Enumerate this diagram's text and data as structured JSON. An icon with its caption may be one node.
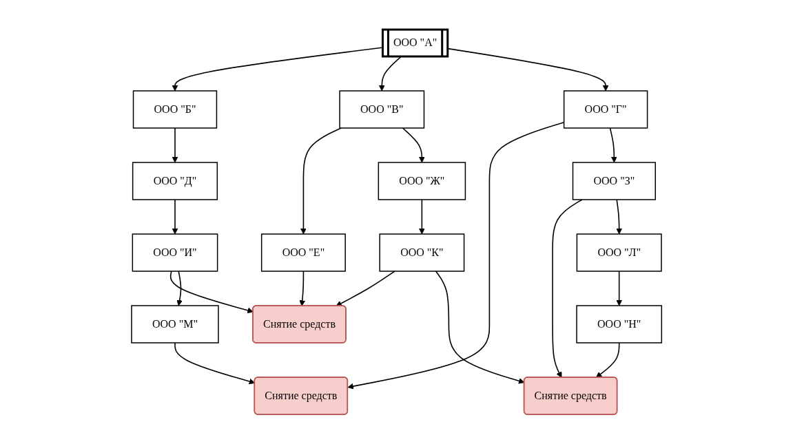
{
  "diagram": {
    "nodes": [
      {
        "text": [
          "ООО \"А\""
        ]
      },
      {
        "text": [
          "ООО \"Б\""
        ]
      },
      {
        "text": [
          "ООО \"В\""
        ]
      },
      {
        "text": [
          "ООО \"Е\""
        ]
      },
      {
        "text": [
          "ООО \"Д\""
        ]
      },
      {
        "text": [
          "Снятие средств"
        ]
      },
      {
        "text": [
          "ООО \"Г\""
        ]
      },
      {
        "text": [
          "Снятие средств"
        ]
      },
      {
        "text": [
          "ООО \"И\""
        ]
      },
      {
        "text": [
          "ООО \"М\""
        ]
      },
      {
        "text": [
          "ООО \"З\""
        ]
      },
      {
        "text": [
          "ООО \"Ж\""
        ]
      },
      {
        "text": [
          "ООО \"К\""
        ]
      },
      {
        "text": [
          "Снятие средств"
        ]
      },
      {
        "text": [
          "ООО \"Н\""
        ]
      },
      {
        "text": [
          "ООО \"Л\""
        ]
      }
    ],
    "edges": [
      {
        "from": 0,
        "to": 1,
        "arrow": "to"
      },
      {
        "from": 0,
        "to": 2,
        "arrow": "to"
      },
      {
        "from": 0,
        "to": 6,
        "arrow": "to"
      },
      {
        "from": 1,
        "to": 4,
        "arrow": "to"
      },
      {
        "from": 2,
        "to": 3,
        "arrow": "to"
      },
      {
        "from": 2,
        "to": 11,
        "arrow": "to"
      },
      {
        "from": 3,
        "to": 7,
        "arrow": "to"
      },
      {
        "from": 4,
        "to": 8,
        "arrow": "to"
      },
      {
        "from": 8,
        "to": 7,
        "arrow": "to"
      },
      {
        "from": 8,
        "to": 9,
        "arrow": "to"
      },
      {
        "from": 9,
        "to": 5,
        "arrow": "to"
      },
      {
        "from": 6,
        "to": 5,
        "arrow": "to"
      },
      {
        "from": 6,
        "to": 10,
        "arrow": "to"
      },
      {
        "from": 11,
        "to": 12,
        "arrow": "to"
      },
      {
        "from": 12,
        "to": 7,
        "arrow": "to"
      },
      {
        "from": 12,
        "to": 13,
        "arrow": "to"
      },
      {
        "from": 10,
        "to": 13,
        "arrow": "to"
      },
      {
        "from": 10,
        "to": 15,
        "arrow": "to"
      },
      {
        "from": 15,
        "to": 14,
        "arrow": "to"
      },
      {
        "from": 14,
        "to": 13,
        "arrow": "to"
      }
    ]
  }
}
